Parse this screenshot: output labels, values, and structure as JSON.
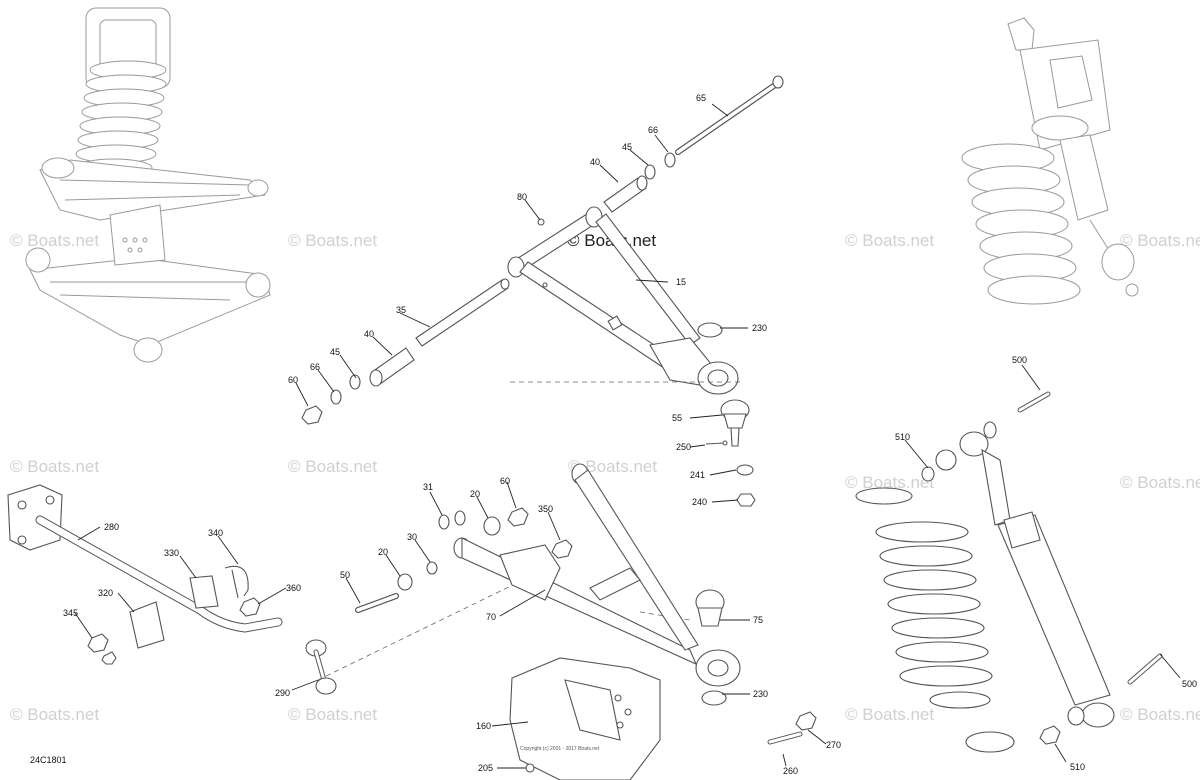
{
  "diagram": {
    "figure_id": "24C1801",
    "copyright": "Copyright (c) 2001 - 2017 Boats.net",
    "watermark_main": "© Boats.net",
    "watermark": "© Boats.net"
  },
  "callouts": [
    {
      "id": "c65",
      "label": "65"
    },
    {
      "id": "c66a",
      "label": "66"
    },
    {
      "id": "c45a",
      "label": "45"
    },
    {
      "id": "c40a",
      "label": "40"
    },
    {
      "id": "c80",
      "label": "80"
    },
    {
      "id": "c15",
      "label": "15"
    },
    {
      "id": "c230a",
      "label": "230"
    },
    {
      "id": "c35",
      "label": "35"
    },
    {
      "id": "c40b",
      "label": "40"
    },
    {
      "id": "c45b",
      "label": "45"
    },
    {
      "id": "c66b",
      "label": "66"
    },
    {
      "id": "c60a",
      "label": "60"
    },
    {
      "id": "c55",
      "label": "55"
    },
    {
      "id": "c250",
      "label": "250"
    },
    {
      "id": "c241",
      "label": "241"
    },
    {
      "id": "c240",
      "label": "240"
    },
    {
      "id": "c500a",
      "label": "500"
    },
    {
      "id": "c510a",
      "label": "510"
    },
    {
      "id": "c280",
      "label": "280"
    },
    {
      "id": "c340",
      "label": "340"
    },
    {
      "id": "c330",
      "label": "330"
    },
    {
      "id": "c360",
      "label": "360"
    },
    {
      "id": "c320",
      "label": "320"
    },
    {
      "id": "c345",
      "label": "345"
    },
    {
      "id": "c290",
      "label": "290"
    },
    {
      "id": "c31",
      "label": "31"
    },
    {
      "id": "c20a",
      "label": "20"
    },
    {
      "id": "c60b",
      "label": "60"
    },
    {
      "id": "c350",
      "label": "350"
    },
    {
      "id": "c20b",
      "label": "20"
    },
    {
      "id": "c30",
      "label": "30"
    },
    {
      "id": "c50",
      "label": "50"
    },
    {
      "id": "c70",
      "label": "70"
    },
    {
      "id": "c75",
      "label": "75"
    },
    {
      "id": "c230b",
      "label": "230"
    },
    {
      "id": "c160",
      "label": "160"
    },
    {
      "id": "c205",
      "label": "205"
    },
    {
      "id": "c270",
      "label": "270"
    },
    {
      "id": "c260",
      "label": "260"
    },
    {
      "id": "c500b",
      "label": "500"
    },
    {
      "id": "c510b",
      "label": "510"
    }
  ]
}
